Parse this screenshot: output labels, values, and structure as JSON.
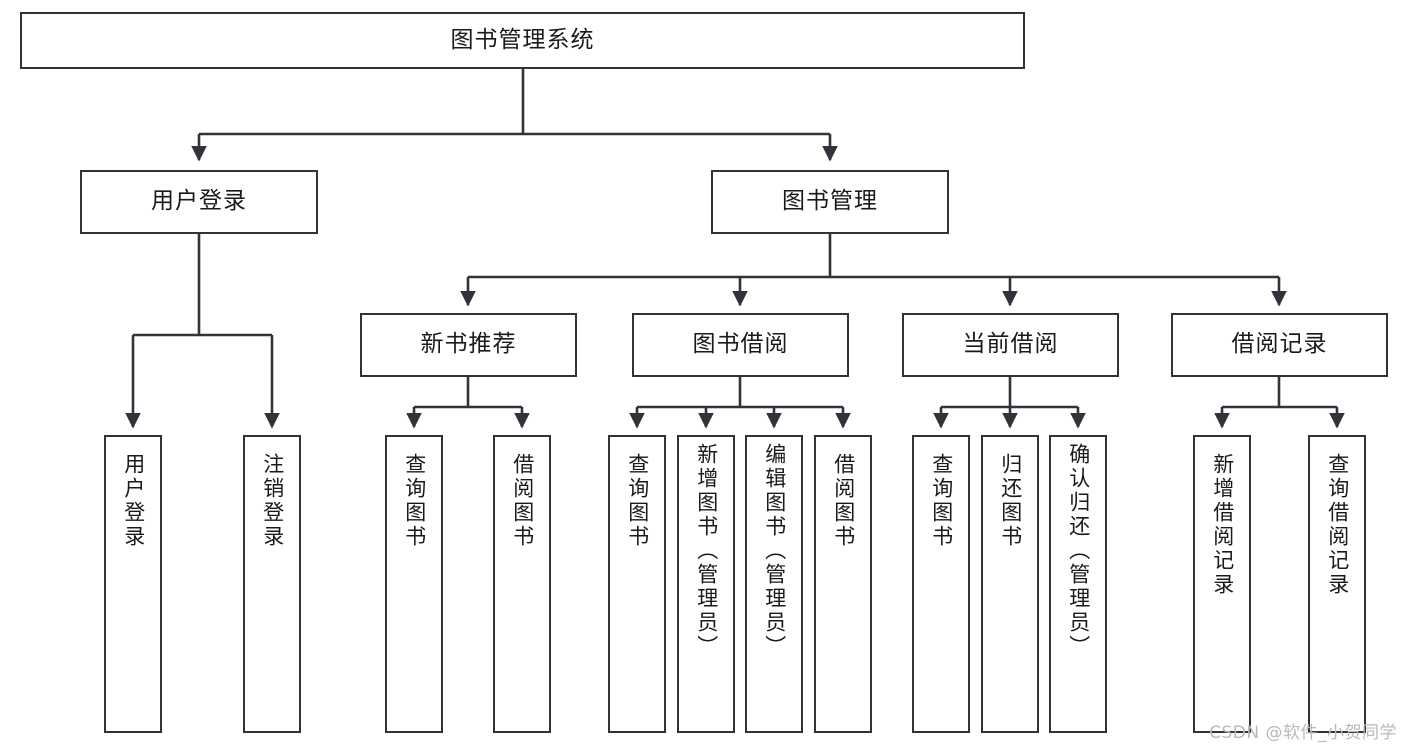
{
  "diagram": {
    "title": "图书管理系统",
    "type": "tree-hierarchy-diagram",
    "root": {
      "label": "图书管理系统"
    },
    "level2": [
      {
        "label": "用户登录"
      },
      {
        "label": "图书管理"
      }
    ],
    "level3": [
      {
        "label": "新书推荐"
      },
      {
        "label": "图书借阅"
      },
      {
        "label": "当前借阅"
      },
      {
        "label": "借阅记录"
      }
    ],
    "leaves": {
      "user_login": [
        {
          "label": "用户登录"
        },
        {
          "label": "注销登录"
        }
      ],
      "new_book_recommend": [
        {
          "label": "查询图书"
        },
        {
          "label": "借阅图书"
        }
      ],
      "book_borrow": [
        {
          "label": "查询图书"
        },
        {
          "label": "新增图书（管理员）"
        },
        {
          "label": "编辑图书（管理员）"
        },
        {
          "label": "借阅图书"
        }
      ],
      "current_borrow": [
        {
          "label": "查询图书"
        },
        {
          "label": "归还图书"
        },
        {
          "label": "确认归还（管理员）"
        }
      ],
      "borrow_record": [
        {
          "label": "新增借阅记录"
        },
        {
          "label": "查询借阅记录"
        }
      ]
    }
  },
  "watermark": {
    "text": "CSDN @软件_小贺同学"
  },
  "colors": {
    "stroke": "#32323a",
    "background": "#ffffff",
    "text": "#1a1a1a",
    "watermark": "#b9b9b9"
  }
}
